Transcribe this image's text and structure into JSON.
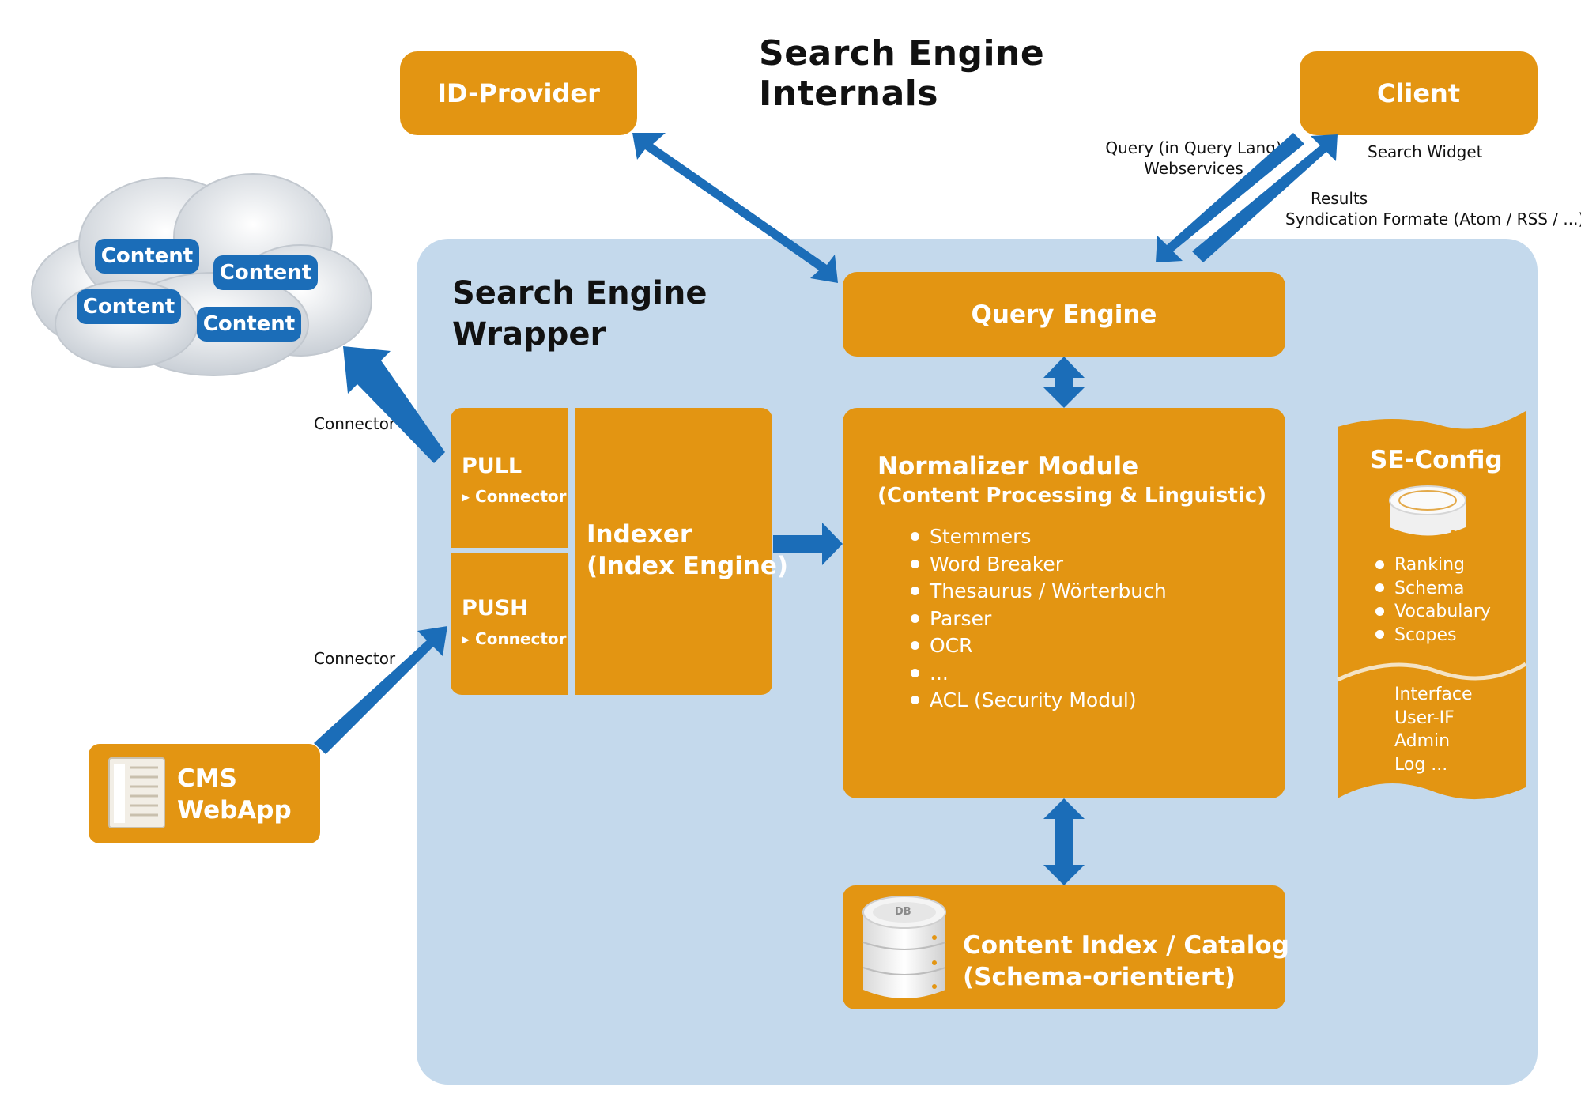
{
  "title": "Search Engine Internals",
  "id_provider": {
    "label": "ID-Provider"
  },
  "client": {
    "label": "Client",
    "widget": "Search Widget"
  },
  "client_links": {
    "query_line1": "Query (in Query Lang)",
    "query_line2": "Webservices",
    "results_line1": "Results",
    "results_line2": "Syndication Formate (Atom / RSS / ...)v"
  },
  "cloud": {
    "items": [
      "Content",
      "Content",
      "Content",
      "Content"
    ]
  },
  "connectors": {
    "top": "Connector",
    "bottom": "Connector"
  },
  "cms": {
    "line1": "CMS",
    "line2": "WebApp"
  },
  "wrapper": {
    "title_line1": "Search Engine",
    "title_line2": "Wrapper"
  },
  "query_engine": {
    "label": "Query Engine"
  },
  "pull": {
    "label": "PULL",
    "connector": "Connector"
  },
  "push": {
    "label": "PUSH",
    "connector": "Connector"
  },
  "indexer": {
    "line1": "Indexer",
    "line2": "(Index Engine)"
  },
  "normalizer": {
    "title": "Normalizer Module",
    "subtitle": "(Content Processing & Linguistic)",
    "items": [
      "Stemmers",
      "Word Breaker",
      "Thesaurus / Wörterbuch",
      "Parser",
      "OCR",
      "...",
      "ACL (Security Modul)"
    ]
  },
  "se_config": {
    "title": "SE-Config",
    "items": [
      "Ranking",
      "Schema",
      "Vocabulary",
      "Scopes"
    ],
    "lower": [
      "Interface",
      "User-IF",
      "Admin",
      "Log ..."
    ]
  },
  "content_index": {
    "db_label": "DB",
    "line1": "Content Index / Catalog",
    "line2": "(Schema-orientiert)"
  },
  "colors": {
    "orange": "#e39512",
    "blue_arrow": "#1b6db8",
    "wrapper_bg": "#c4d9ec"
  }
}
